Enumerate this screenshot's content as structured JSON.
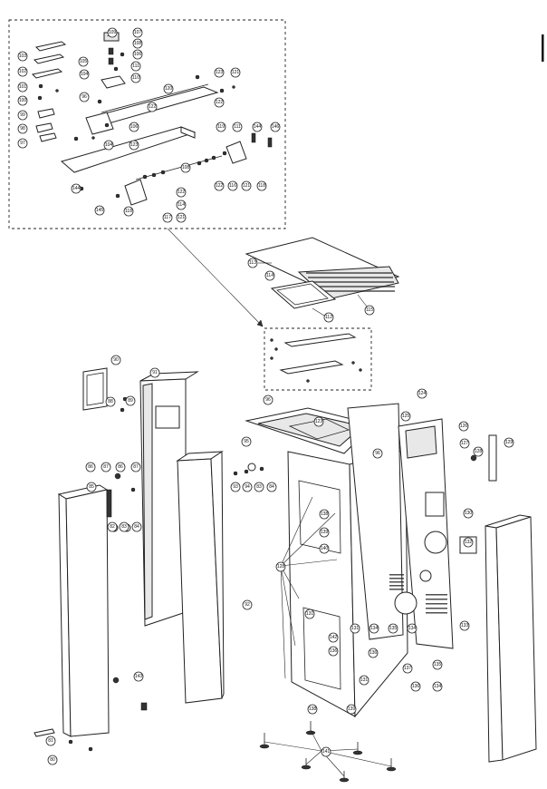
{
  "callouts": {
    "d109": "109",
    "d107": "107",
    "d108": "108",
    "d106": "106",
    "d105": "105",
    "d103": "103",
    "d102": "102",
    "d101": "101",
    "d100": "100",
    "d99": "99",
    "d98": "98",
    "d97": "97",
    "d96": "96",
    "d104": "104",
    "d120": "120",
    "d121": "121",
    "d122": "122",
    "d123": "123",
    "d119": "119",
    "d118": "118",
    "d117": "117",
    "d116": "116",
    "d114": "114",
    "d111": "111",
    "d110": "110",
    "d112": "112",
    "d113": "113",
    "d115": "115",
    "d144": "144",
    "d145": "145",
    "d146": "146",
    "e90": "90",
    "e89": "89",
    "e91": "91",
    "e92": "92",
    "e88": "88",
    "e86": "86",
    "e87": "87",
    "e85": "85",
    "e80": "80",
    "e81": "81",
    "e84": "84",
    "e83": "83",
    "e82": "82",
    "e93": "93",
    "e94": "94",
    "e95": "95",
    "e143": "143",
    "e141": "141",
    "e124": "124",
    "e125": "125",
    "e126": "126",
    "e127": "127",
    "e128": "128",
    "e129": "129",
    "e130": "130",
    "e131": "131",
    "e132": "132",
    "e133": "133",
    "e134": "134",
    "e135": "135",
    "e136": "136",
    "e137": "137",
    "e138": "138",
    "e139": "139",
    "e140": "140",
    "e142": "142",
    "e123": "123",
    "e96": "96"
  }
}
